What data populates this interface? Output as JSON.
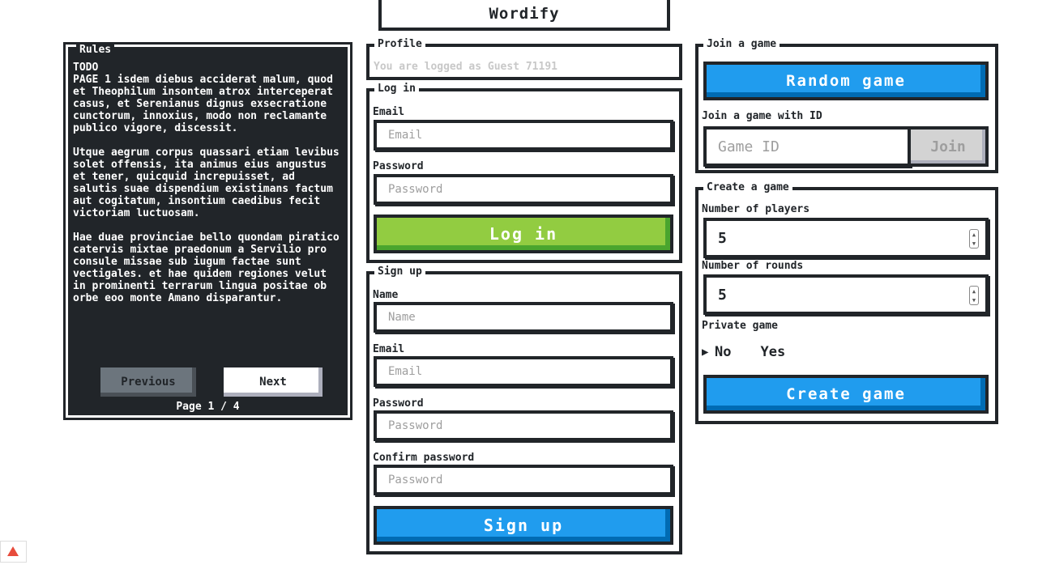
{
  "app": {
    "title": "Wordify"
  },
  "rules": {
    "legend": "Rules",
    "todo": "TODO",
    "paragraphs": [
      "PAGE 1 isdem diebus acciderat malum, quod et Theophilum insontem atrox interceperat casus, et Serenianus dignus exsecratione cunctorum, innoxius, modo non reclamante publico vigore, discessit.",
      "Utque aegrum corpus quassari etiam levibus solet offensis, ita animus eius angustus et tener, quicquid increpuisset, ad salutis suae dispendium existimans factum aut cogitatum, insontium caedibus fecit victoriam luctuosam.",
      "Hae duae provinciae bello quondam piratico catervis mixtae praedonum a Servilio pro consule missae sub iugum factae sunt vectigales. et hae quidem regiones velut in prominenti terrarum lingua positae ob orbe eoo monte Amano disparantur."
    ],
    "previous_label": "Previous",
    "next_label": "Next",
    "page_indicator": "Page 1 / 4"
  },
  "profile": {
    "legend": "Profile",
    "status": "You are logged as Guest 71191"
  },
  "login": {
    "legend": "Log in",
    "email_label": "Email",
    "email_placeholder": "Email",
    "password_label": "Password",
    "password_placeholder": "Password",
    "submit_label": "Log in"
  },
  "signup": {
    "legend": "Sign up",
    "name_label": "Name",
    "name_placeholder": "Name",
    "email_label": "Email",
    "email_placeholder": "Email",
    "password_label": "Password",
    "password_placeholder": "Password",
    "confirm_label": "Confirm password",
    "confirm_placeholder": "Password",
    "submit_label": "Sign up"
  },
  "join": {
    "legend": "Join a game",
    "random_label": "Random game",
    "with_id_label": "Join a game with ID",
    "id_placeholder": "Game ID",
    "join_label": "Join"
  },
  "create": {
    "legend": "Create a game",
    "players_label": "Number of players",
    "players_value": "5",
    "rounds_label": "Number of rounds",
    "rounds_value": "5",
    "private_label": "Private game",
    "option_no": "No",
    "option_yes": "Yes",
    "selected_marker": "▶",
    "submit_label": "Create game"
  },
  "colors": {
    "primary": "#209cee",
    "success": "#92cc41",
    "dark": "#212529",
    "disabled": "#d3d3d3"
  }
}
